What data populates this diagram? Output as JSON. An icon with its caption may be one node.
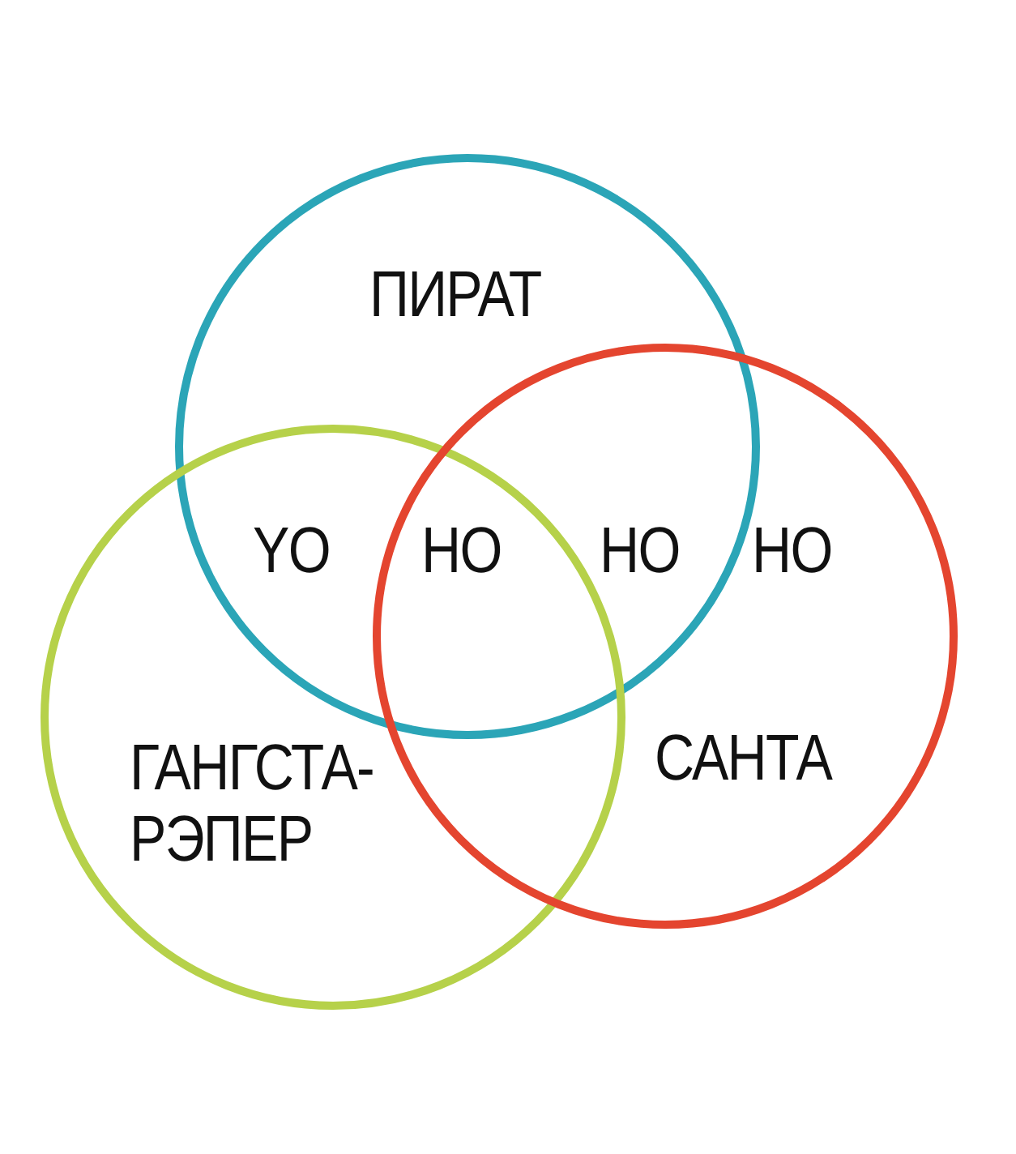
{
  "diagram": {
    "nodes": [
      {
        "text": [
          "ПИРАТ"
        ]
      },
      {
        "text": [
          "ГАНГСТА- РЭПЕР"
        ]
      },
      {
        "text": [
          "САНТА"
        ]
      }
    ],
    "labels": [
      "YO",
      "HO",
      "HO",
      "HO"
    ]
  }
}
